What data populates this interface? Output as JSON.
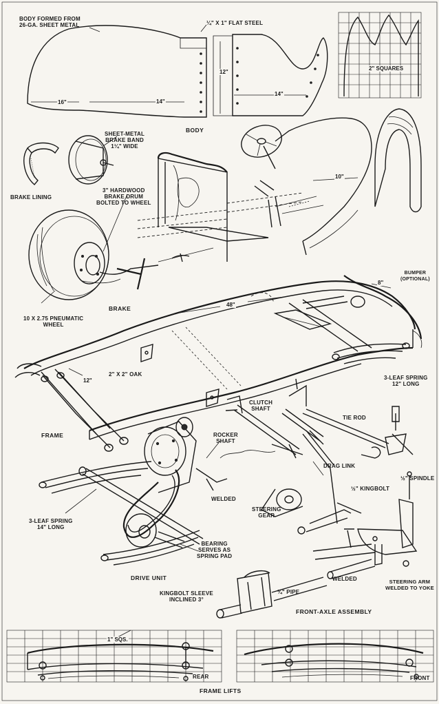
{
  "labels": {
    "body_formed": "BODY FORMED FROM\n26-GA. SHEET METAL",
    "flat_steel": "¼\" X 1\" FLAT STEEL",
    "squares_2": "2\" SQUARES",
    "dim_16": "16\"",
    "dim_14a": "14\"",
    "dim_12": "12\"",
    "dim_14b": "14\"",
    "body": "BODY",
    "brake_band": "SHEET-METAL\nBRAKE BAND\n1¼\" WIDE",
    "dim_10": "10\"",
    "brake_lining": "BRAKE LINING",
    "hardwood_drum": "3\" HARDWOOD\nBRAKE DRUM\nBOLTED TO WHEEL",
    "bumper": "BUMPER\n(OPTIONAL)",
    "dim_8": "8\"",
    "dim_48": "48\"",
    "brake": "BRAKE",
    "wheel": "10 X 2.75 PNEUMATIC\nWHEEL",
    "oak": "2\" X 2\" OAK",
    "dim_12b": "12\"",
    "spring_12": "3-LEAF SPRING\n12\" LONG",
    "clutch_shaft": "CLUTCH\nSHAFT",
    "tie_rod": "TIE ROD",
    "frame": "FRAME",
    "rocker_shaft": "ROCKER\nSHAFT",
    "drag_link": "DRAG LINK",
    "spindle": "½\" SPINDLE",
    "welded_a": "WELDED",
    "kingbolt": "½\" KINGBOLT",
    "steering_gear": "STEERING\nGEAR",
    "spring_14": "3-LEAF SPRING\n14\" LONG",
    "bearing": "BEARING\nSERVES AS\nSPRING PAD",
    "welded_b": "WELDED",
    "steering_arm": "STEERING ARM\nWELDED TO YOKE",
    "drive_unit": "DRIVE UNIT",
    "kingbolt_sleeve": "KINGBOLT SLEEVE\nINCLINED 3°",
    "pipe": "¾\" PIPE",
    "front_axle": "FRONT-AXLE ASSEMBLY",
    "squares_1": "1\" SQS.",
    "rear": "REAR",
    "front": "FRONT",
    "frame_lifts": "FRAME LIFTS"
  },
  "colors": {
    "ink": "#1a1a1a",
    "paper": "#f7f5f0"
  }
}
